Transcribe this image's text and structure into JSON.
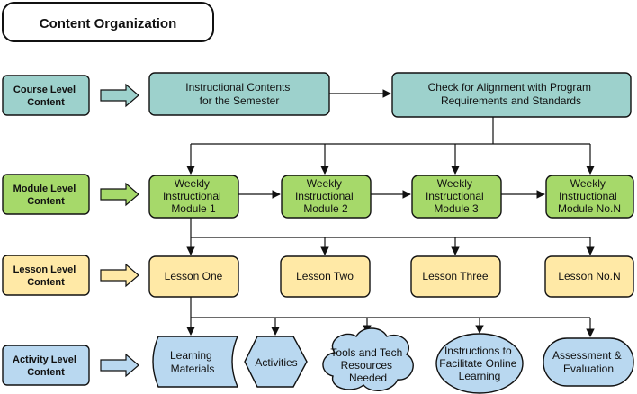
{
  "title": "Content Organization",
  "levels": {
    "course": {
      "label": [
        "Course Level",
        "Content"
      ],
      "color": "#9dd1cc"
    },
    "module": {
      "label": [
        "Module Level",
        "Content"
      ],
      "color": "#a6d96a"
    },
    "lesson": {
      "label": [
        "Lesson Level",
        "Content"
      ],
      "color": "#ffe9a6"
    },
    "activity": {
      "label": [
        "Activity Level",
        "Content"
      ],
      "color": "#b9d8f0"
    }
  },
  "course_nodes": {
    "instructional": [
      "Instructional Contents",
      "for the Semester"
    ],
    "alignment": [
      "Check for Alignment with Program",
      "Requirements and Standards"
    ]
  },
  "modules": [
    [
      "Weekly",
      "Instructional",
      "Module 1"
    ],
    [
      "Weekly",
      "Instructional",
      "Module 2"
    ],
    [
      "Weekly",
      "Instructional",
      "Module 3"
    ],
    [
      "Weekly",
      "Instructional",
      "Module No.N"
    ]
  ],
  "lessons": [
    "Lesson One",
    "Lesson Two",
    "Lesson Three",
    "Lesson No.N"
  ],
  "activities": {
    "learning_materials": [
      "Learning",
      "Materials"
    ],
    "activities": [
      "Activities"
    ],
    "tools": [
      "Tools and Tech",
      "Resources",
      "Needed"
    ],
    "instructions": [
      "Instructions to",
      "Facilitate Online",
      "Learning"
    ],
    "assessment": [
      "Assessment &",
      "Evaluation"
    ]
  }
}
